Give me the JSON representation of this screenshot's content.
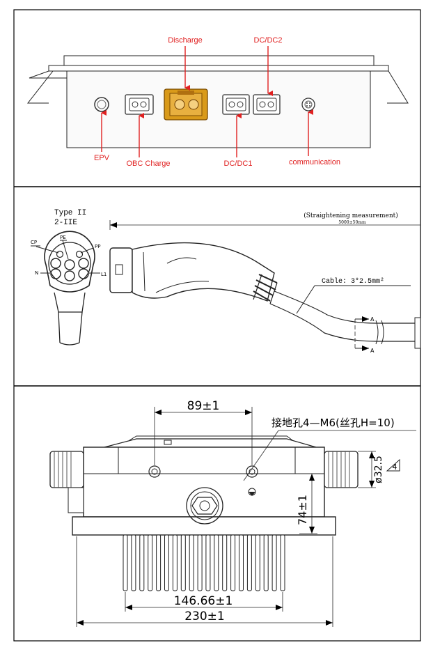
{
  "panel1": {
    "labels": {
      "discharge": "Discharge",
      "dcdc2": "DC/DC2",
      "epv": "EPV",
      "obc_charge": "OBC Charge",
      "dcdc1": "DC/DC1",
      "communication": "communication"
    },
    "colors": {
      "label": "#e02020",
      "discharge_connector": "#d99a1a"
    }
  },
  "panel2": {
    "type_title": "Type II",
    "type_subtitle": "2-IIE",
    "measurement_note": "(Straightening measurement)",
    "length": "5000±50mm",
    "cable_label": "Cable: 3*2.5mm²",
    "section_a": "A",
    "pins": {
      "cp": "CP",
      "pe": "PE",
      "pp": "PP",
      "n": "N",
      "l1": "L1"
    }
  },
  "panel3": {
    "dim_top": "89±1",
    "ground_hole": "接地孔4—M6(丝孔H=10)",
    "dim_diameter": "ø32.5",
    "mark": "4",
    "dim_height": "74±1",
    "dim_fin": "146.66±1",
    "dim_total": "230±1"
  }
}
